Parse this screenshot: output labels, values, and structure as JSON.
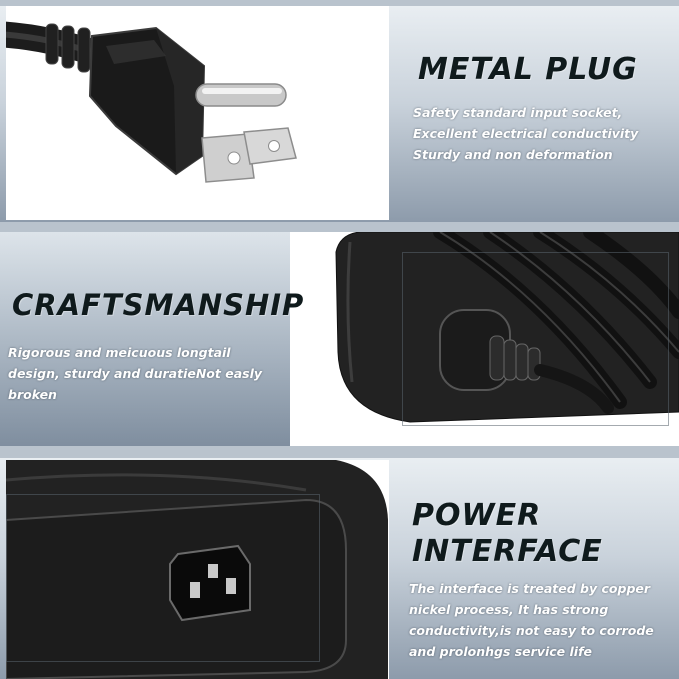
{
  "sections": [
    {
      "title": "METAL PLUG",
      "description": "Safety standard input socket, Excellent electrical conductivity Sturdy and non deformation",
      "image_icon": "us-plug-icon"
    },
    {
      "title": "CRAFTSMANSHIP",
      "description": "Rigorous and meicuous longtail design, sturdy and duratieNot easly broken",
      "image_icon": "adapter-cable-icon"
    },
    {
      "title": "POWER INTERFACE",
      "description": "The interface is treated by copper nickel process, It has strong conductivity,is not easy to corrode and prolonhgs service life",
      "image_icon": "power-socket-icon"
    }
  ],
  "colors": {
    "title": "#0f1a1c",
    "description": "#ffffff",
    "band_top": "#e9eef2",
    "band_bottom": "#8d9bab"
  }
}
